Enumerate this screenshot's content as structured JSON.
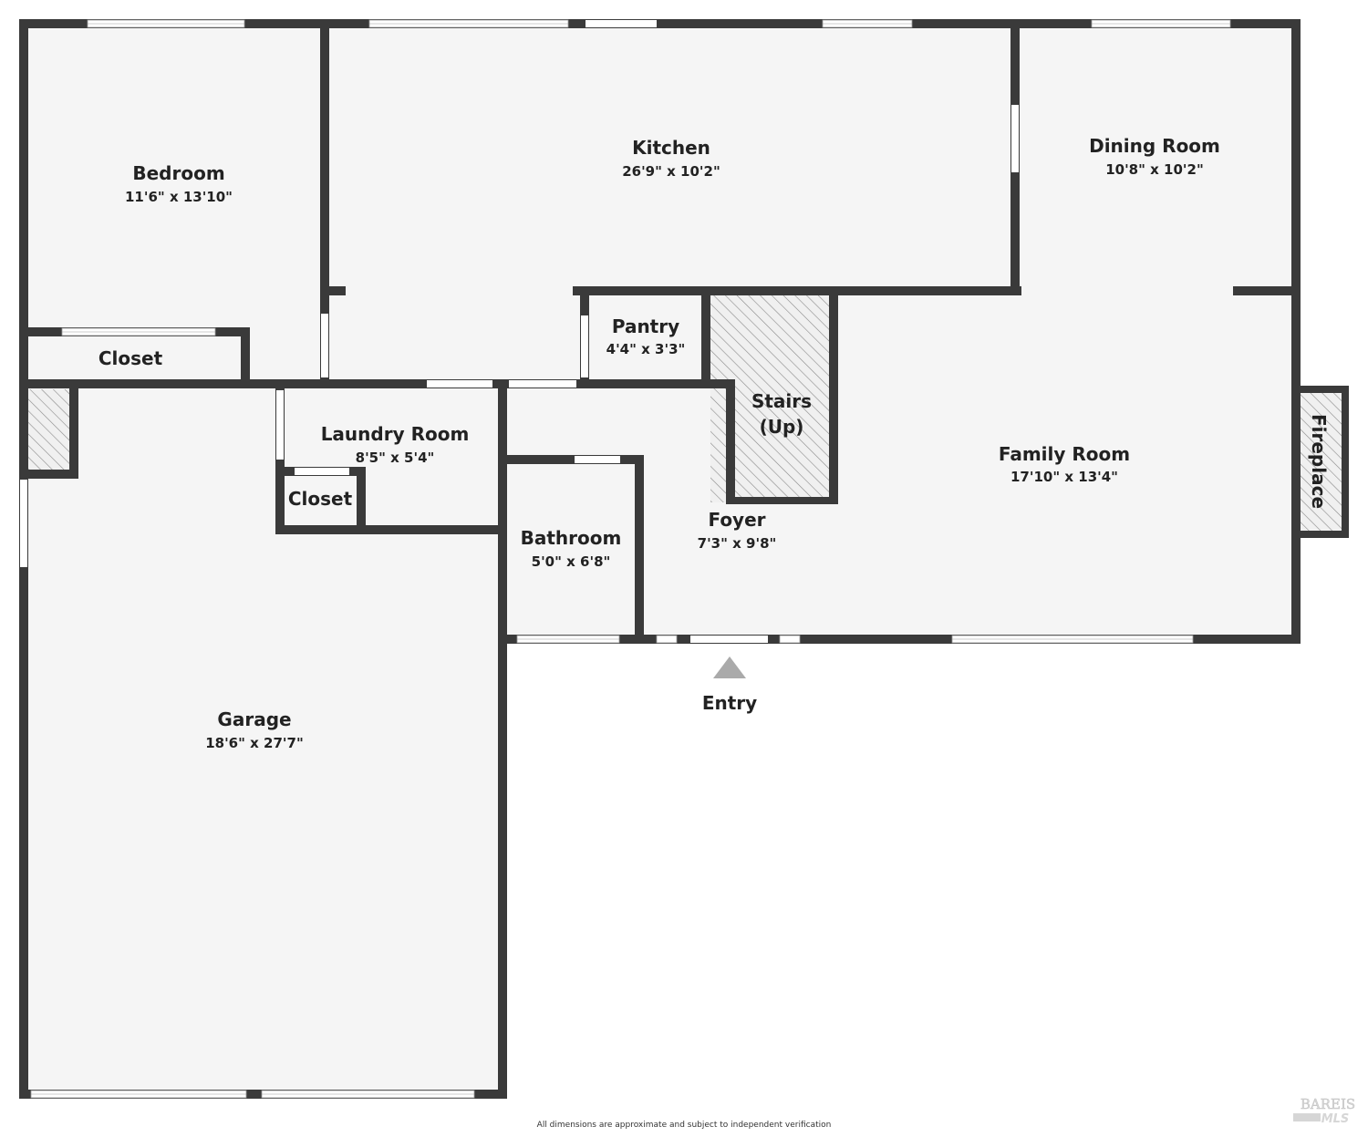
{
  "rooms": {
    "bedroom": {
      "name": "Bedroom",
      "dim": "11'6\" x 13'10\""
    },
    "kitchen": {
      "name": "Kitchen",
      "dim": "26'9\" x 10'2\""
    },
    "dining_room": {
      "name": "Dining Room",
      "dim": "10'8\" x 10'2\""
    },
    "closet_bed": {
      "name": "Closet"
    },
    "pantry": {
      "name": "Pantry",
      "dim": "4'4\" x 3'3\""
    },
    "stairs": {
      "name": "Stairs",
      "sub": "(Up)"
    },
    "laundry_room": {
      "name": "Laundry Room",
      "dim": "8'5\" x 5'4\""
    },
    "closet_laundry": {
      "name": "Closet"
    },
    "family_room": {
      "name": "Family Room",
      "dim": "17'10\" x 13'4\""
    },
    "fireplace": {
      "name": "Fireplace"
    },
    "bathroom": {
      "name": "Bathroom",
      "dim": "5'0\" x 6'8\""
    },
    "foyer": {
      "name": "Foyer",
      "dim": "7'3\" x 9'8\""
    },
    "garage": {
      "name": "Garage",
      "dim": "18'6\" x 27'7\""
    }
  },
  "entry_label": "Entry",
  "footer_note": "All dimensions are approximate and subject to independent verification",
  "logo_text": "BAREIS MLS",
  "colors": {
    "wall": "#3a3a3a",
    "floor": "#f5f5f5",
    "marker": "#aaaaaa"
  }
}
